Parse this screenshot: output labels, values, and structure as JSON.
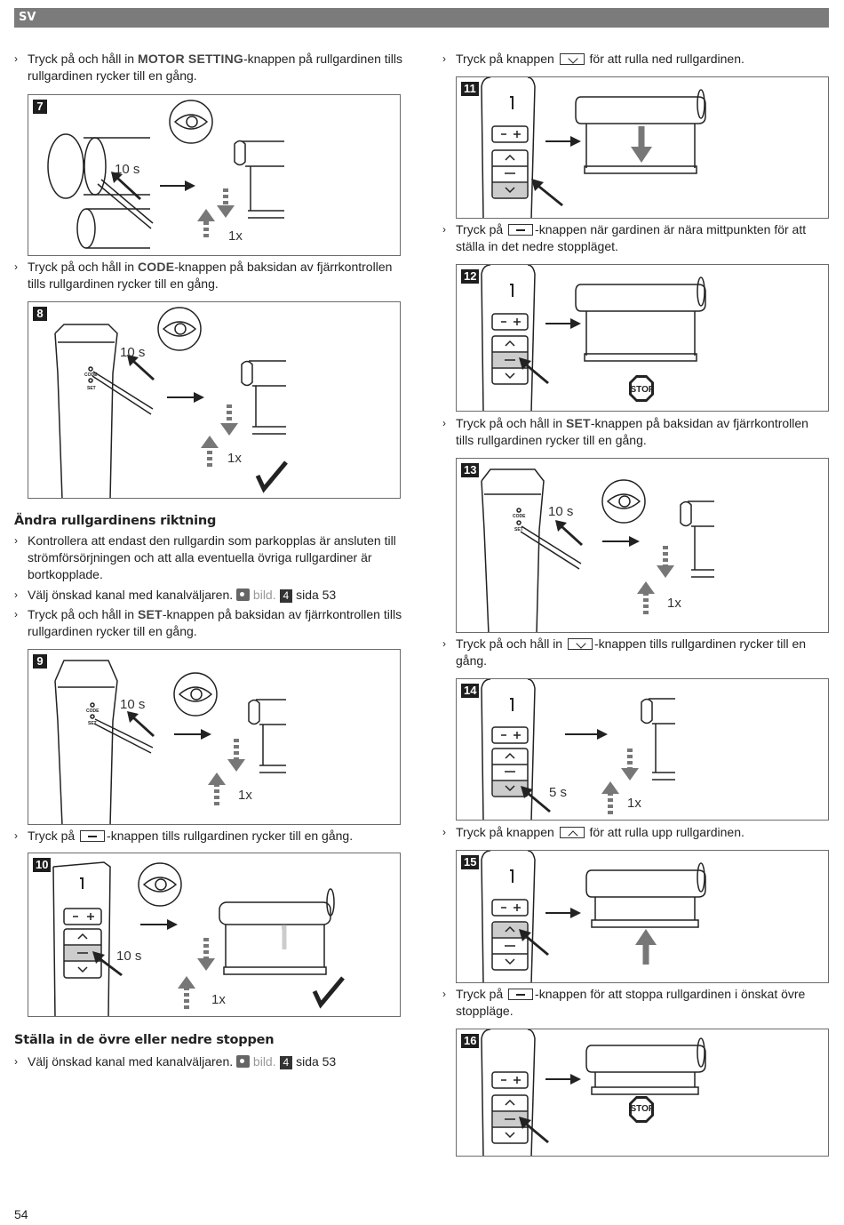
{
  "header": {
    "lang": "SV"
  },
  "page_number": "54",
  "left": {
    "p1": {
      "a": "Tryck på och håll in ",
      "key": "MOTOR SETTING",
      "b": "-knappen på rullgardinen tills rullgardinen rycker till en gång."
    },
    "p2": {
      "a": "Tryck på och håll in ",
      "key": "CODE",
      "b": "-knappen på baksidan av fjärrkontrollen tills rullgardinen rycker till en gång."
    },
    "heading1": "Ändra rullgardinens riktning",
    "p3": "Kontrollera att endast den rullgardin som parkopplas är ansluten till strömförsörjningen och att alla eventuella övriga rullgardiner är bortkopplade.",
    "p4": {
      "a": "Välj önskad kanal med kanalväljaren.",
      "bild": "bild.",
      "ref": "4",
      "page": "sida 53"
    },
    "p5": {
      "a": "Tryck på och håll in ",
      "key": "SET",
      "b": "-knappen på baksidan av fjärrkontrollen tills rullgardinen rycker till en gång."
    },
    "p6": {
      "a": "Tryck på ",
      "b": "-knappen tills rullgardinen rycker till en gång."
    },
    "heading2": "Ställa in de övre eller nedre stoppen",
    "p7": {
      "a": "Välj önskad kanal med kanalväljaren.",
      "bild": "bild.",
      "ref": "4",
      "page": "sida 53"
    }
  },
  "right": {
    "p1": {
      "a": "Tryck på knappen ",
      "b": " för att rulla ned rullgardinen."
    },
    "p2": {
      "a": "Tryck på ",
      "b": "-knappen när gardinen är nära mittpunkten för att ställa in det nedre stoppläget."
    },
    "p3": {
      "a": "Tryck på och håll in ",
      "key": "SET",
      "b": "-knappen på baksidan av fjärrkontrollen tills rullgardinen rycker till en gång."
    },
    "p4": {
      "a": "Tryck på och håll in ",
      "b": "-knappen tills rullgardinen rycker till en gång."
    },
    "p5": {
      "a": "Tryck på knappen ",
      "b": " för att rulla upp rullgardinen."
    },
    "p6": {
      "a": "Tryck på ",
      "b": "-knappen för att stoppa rullgardinen i önskat övre stoppläge."
    }
  },
  "figures": {
    "f7": {
      "num": "7",
      "time": "10 s",
      "count": "1x"
    },
    "f8": {
      "num": "8",
      "time": "10 s",
      "count": "1x",
      "code": "CODE",
      "set": "SET"
    },
    "f9": {
      "num": "9",
      "time": "10 s",
      "count": "1x",
      "code": "CODE",
      "set": "SET"
    },
    "f10": {
      "num": "10",
      "time": "10 s",
      "count": "1x"
    },
    "f11": {
      "num": "11"
    },
    "f12": {
      "num": "12",
      "stop": "STOP"
    },
    "f13": {
      "num": "13",
      "time": "10 s",
      "count": "1x",
      "code": "CODE",
      "set": "SET"
    },
    "f14": {
      "num": "14",
      "time": "5 s",
      "count": "1x"
    },
    "f15": {
      "num": "15"
    },
    "f16": {
      "num": "16",
      "stop": "STOP"
    }
  }
}
